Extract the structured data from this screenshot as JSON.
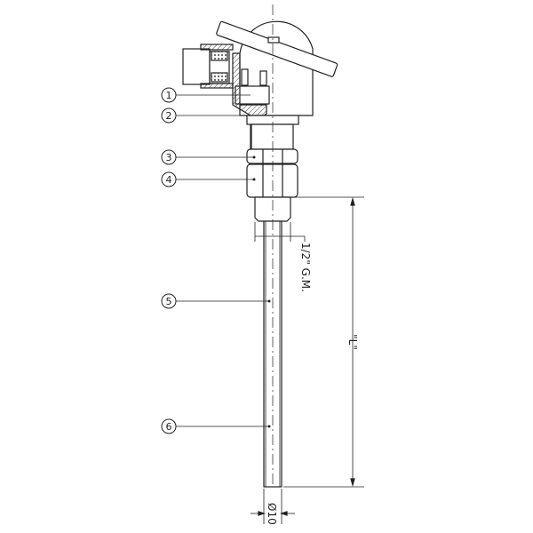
{
  "callouts": [
    "1",
    "2",
    "3",
    "4",
    "5",
    "6"
  ],
  "dimensions": {
    "thread": "1/2\" G.M.",
    "length": "\"L\"",
    "diameter": "Ø10"
  },
  "colors": {
    "line": "#222222",
    "hatch": "#555555"
  }
}
